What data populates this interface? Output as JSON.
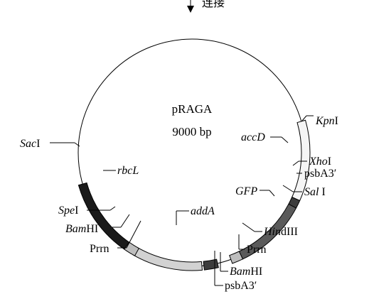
{
  "diagram": {
    "top_caption": "连接",
    "plasmid_name": "pRAGA",
    "plasmid_size": "9000 bp",
    "segments": [
      {
        "label": "rbcL",
        "color": "#1a1a1a"
      },
      {
        "label": "addA",
        "color": "#d2d2d2"
      },
      {
        "label": "accD",
        "color": "#f5f5f5"
      },
      {
        "label": "GFP",
        "color": "#5a5a5a"
      },
      {
        "label": "psbA3′ (left)",
        "color": "#3c3c3c"
      },
      {
        "label": "psbA3′ (right)",
        "color": "#3c3c3c"
      },
      {
        "label": "Prrn (left)",
        "color": "#bdbdbd"
      },
      {
        "label": "Prrn (right)",
        "color": "#bdbdbd"
      }
    ],
    "labels": {
      "sac": "Sac",
      "sac_suffix": "I",
      "rbcl": "rbcL",
      "spe": "Spe",
      "spe_suffix": "I",
      "bamhi_left": "Bam",
      "bamhi_left_suffix": "HI",
      "prrn_left": "Prrn",
      "adda": "addA",
      "bamhi_bottom": "Bam",
      "bamhi_bottom_suffix": "HI",
      "psba3_bottom": "psbA3′",
      "prrn_right": "Prrn",
      "hindiii": "Hin",
      "hindiii_suffix": "dIII",
      "sali": "Sal",
      "sali_suffix": " I",
      "psba3_right": "psbA3′",
      "xhoi": "Xho",
      "xhoi_suffix": "I",
      "accd": "accD",
      "kpni": "Kpn",
      "kpni_suffix": "I",
      "gfp": "GFP"
    }
  }
}
